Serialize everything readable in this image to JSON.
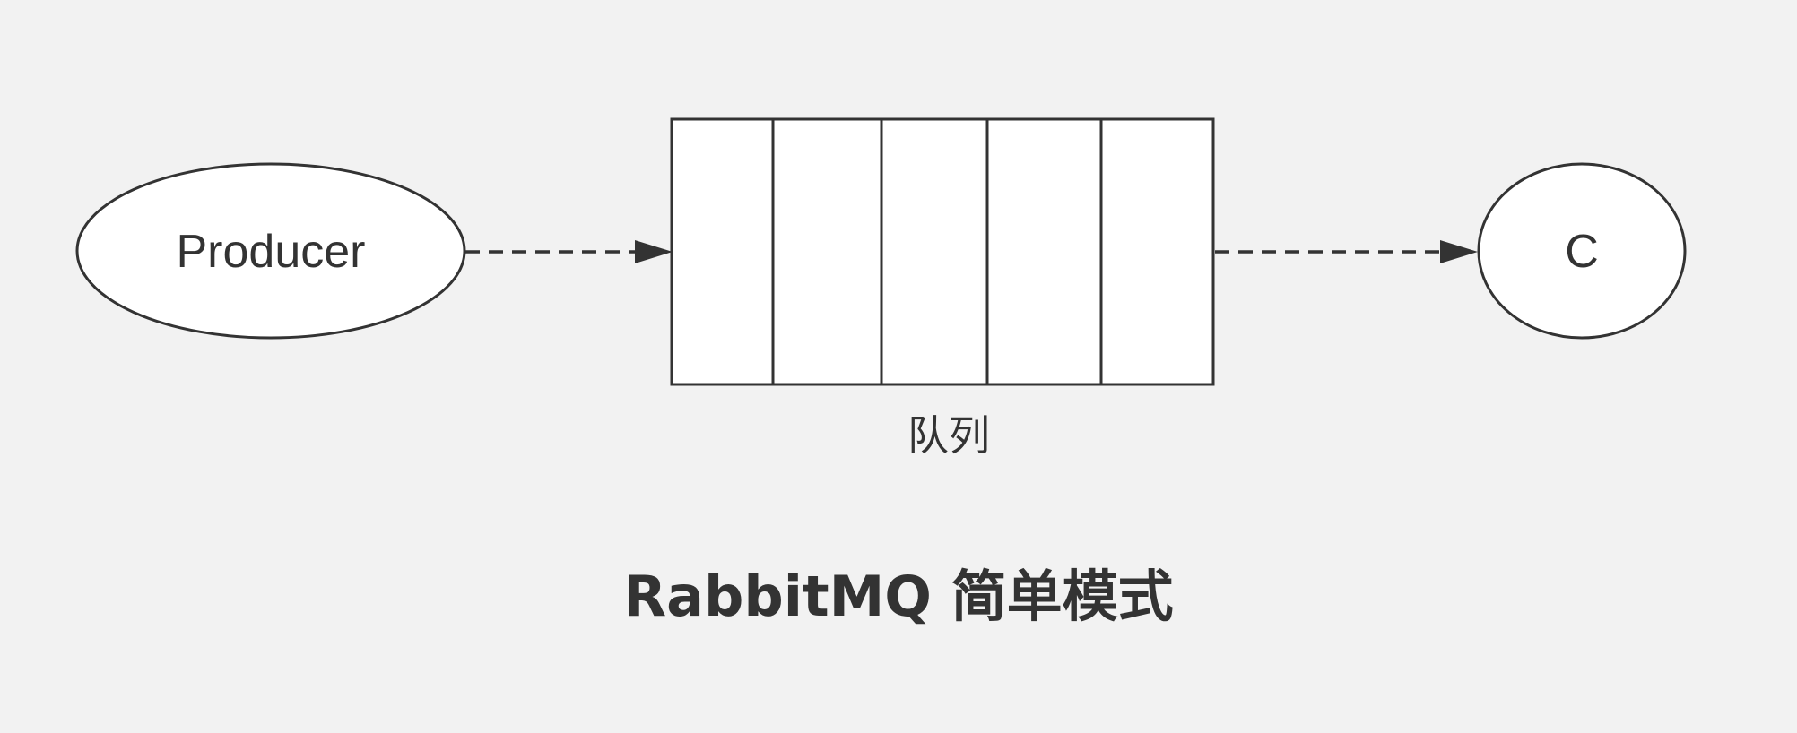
{
  "diagram": {
    "producer": {
      "label": "Producer"
    },
    "consumer": {
      "label": "C"
    },
    "queue": {
      "label": "队列",
      "slot_count": 5
    },
    "title": "RabbitMQ 简单模式"
  },
  "colors": {
    "background": "#f2f2f2",
    "node_fill": "#ffffff",
    "stroke": "#333333"
  }
}
